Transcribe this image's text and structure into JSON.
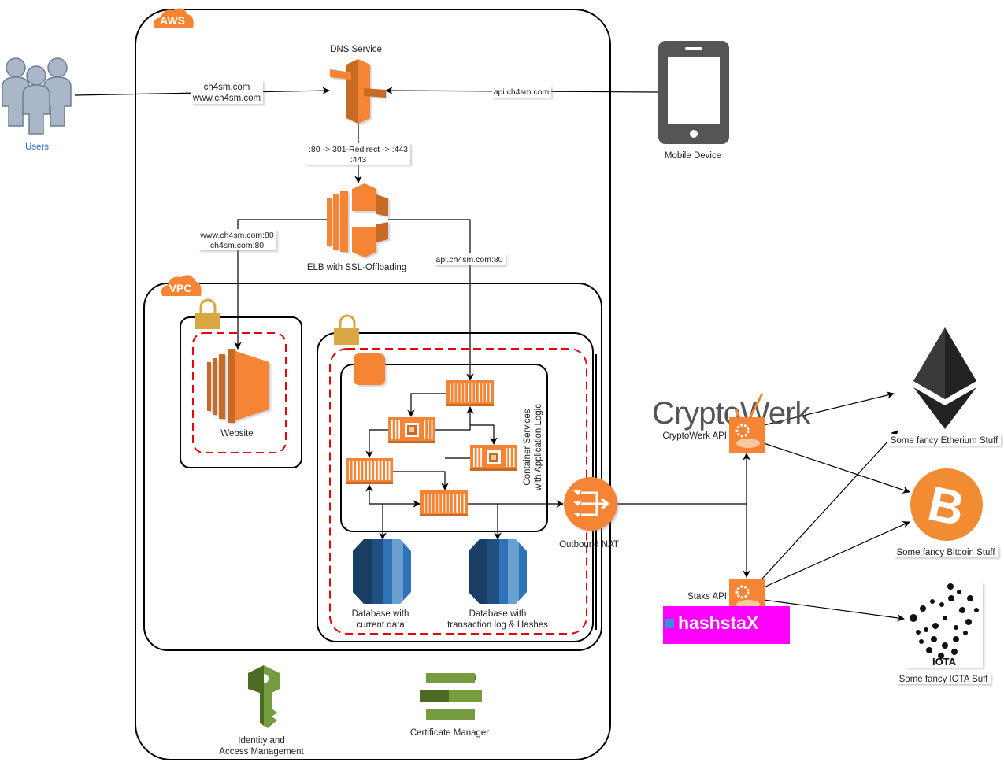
{
  "groups": {
    "aws": "AWS",
    "vpc": "VPC"
  },
  "users": "Users",
  "dns": "DNS Service",
  "edge_users_dns": [
    "ch4sm.com",
    "www.ch4sm.com"
  ],
  "edge_mobile_dns": "api.ch4sm.com",
  "mobile": "Mobile Device",
  "edge_dns_elb": [
    ":80 -> 301-Redirect -> :443",
    ":443"
  ],
  "elb": "ELB with SSL-Offloading",
  "edge_elb_web": [
    "www.ch4sm.com:80",
    "ch4sm.com:80"
  ],
  "edge_elb_api": "api.ch4sm.com:80",
  "website": "Website",
  "container_services": [
    "Container Services",
    "with Application Logic"
  ],
  "db1": [
    "Database with",
    "current data"
  ],
  "db2": [
    "Database with",
    "transaction log & Hashes"
  ],
  "nat": "Outbound NAT",
  "cryptowerk_logo": "CryptoWerk",
  "cryptowerk_api": "CryptoWerk API",
  "staks_api": "Staks API",
  "hashstax_logo": "hashstaX",
  "ethereum": "Some fancy Etherium Stuff",
  "bitcoin": "Some fancy Bitcoin Stuff",
  "iota_logo": "IOTA",
  "iota": "Some fancy IOTA Suff",
  "iam": [
    "Identity and",
    "Access Management"
  ],
  "cert": "Certificate Manager",
  "colors": {
    "aws_orange": "#F58534",
    "dashed_red": "#E8000B",
    "db_blue": "#2E73B8",
    "iam_green": "#759C3E",
    "hashstax_bg": "#FF00FF"
  }
}
